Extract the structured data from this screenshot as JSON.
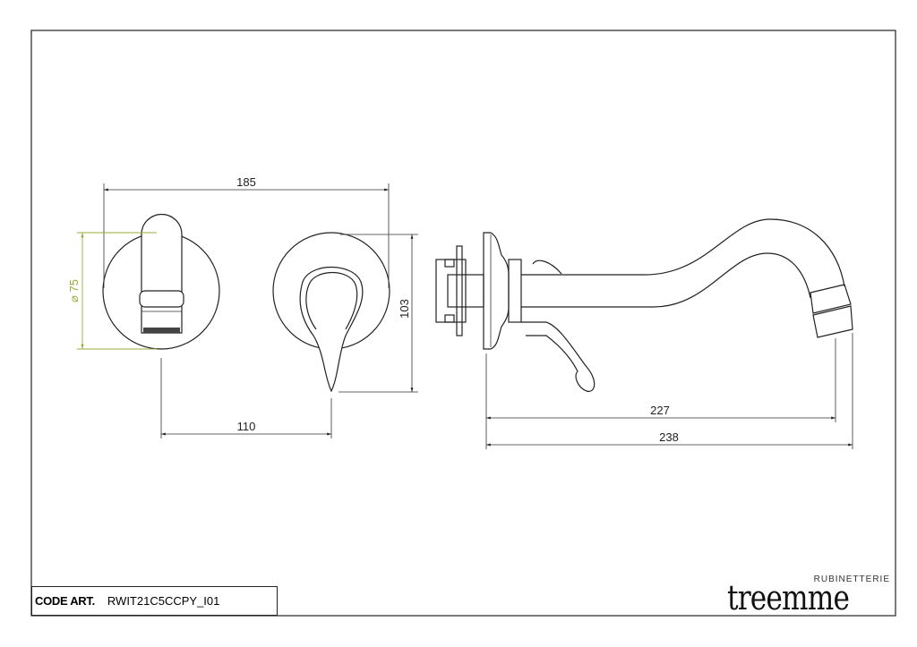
{
  "drawing": {
    "dimensions": {
      "width_total": "185",
      "plate_diameter": "⌀ 75",
      "height": "103",
      "centers": "110",
      "spout_projection": "227",
      "overall_projection": "238"
    },
    "colors": {
      "line": "#222222",
      "diameter_dim": "#9aab3a"
    }
  },
  "title_block": {
    "code_label": "CODE ART.",
    "code_value": "RWIT21C5CCPY_I01",
    "logo_top": "RUBINETTERIE",
    "logo_main": "treemme"
  }
}
